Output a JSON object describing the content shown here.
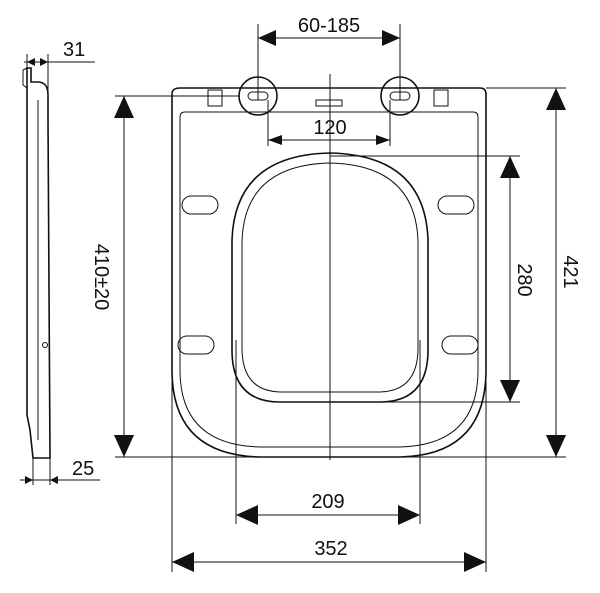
{
  "diagram": {
    "dimensions": {
      "side_thickness": "31",
      "side_base": "25",
      "hinge_spacing": "60-185",
      "hinge_inner": "120",
      "seat_length": "410±20",
      "opening_length": "280",
      "total_length": "421",
      "opening_width": "209",
      "total_width": "352"
    },
    "colors": {
      "ink": "#111111",
      "background": "#ffffff"
    }
  }
}
